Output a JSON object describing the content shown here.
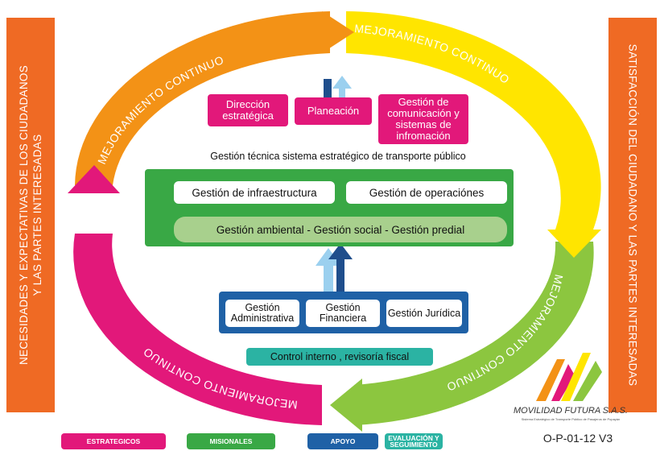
{
  "sidebars": {
    "left": [
      "NECESIDADES Y EXPECTATIVAS DE LOS CIUDADANOS",
      "Y LAS PARTES INTERESADAS"
    ],
    "right": "SATISFACCIÓN DEL CIUDADANO Y LAS PARTES INTERESADAS"
  },
  "cycle": {
    "label": "MEJORAMIENTO CONTINUO",
    "colors": {
      "orange": "#f39216",
      "yellow": "#ffe500",
      "green": "#8cc63f",
      "pink": "#e2187a"
    }
  },
  "strategic": {
    "items": [
      "Dirección estratégica",
      "Planeación",
      "Gestión de comunicación y sistemas de infromación"
    ]
  },
  "technical": {
    "title": "Gestión técnica sistema estratégico de transporte público",
    "infraestructura": "Gestión de infraestructura",
    "operaciones": "Gestión de operaciónes",
    "ambiental": "Gestión ambiental  -  Gestión social  -  Gestión predial"
  },
  "support": {
    "items": [
      "Gestión Administrativa",
      "Gestión Financiera",
      "Gestión Jurídica"
    ]
  },
  "control": "Control interno , revisoría fiscal",
  "legend": [
    {
      "label": "ESTRATEGICOS",
      "color": "#e2187a"
    },
    {
      "label": "MISIONALES",
      "color": "#39a845"
    },
    {
      "label": "APOYO",
      "color": "#1f61a6"
    },
    {
      "label": "EVALUACIÓN Y SEGUIMIENTO",
      "color": "#2bb3a3"
    }
  ],
  "company": {
    "name": "MOVILIDAD FUTURA S.A.S.",
    "tagline": "Sistema Estratégico de Transporte Público de Pasajeros de Popayán",
    "code": "O-P-01-12  V3"
  }
}
